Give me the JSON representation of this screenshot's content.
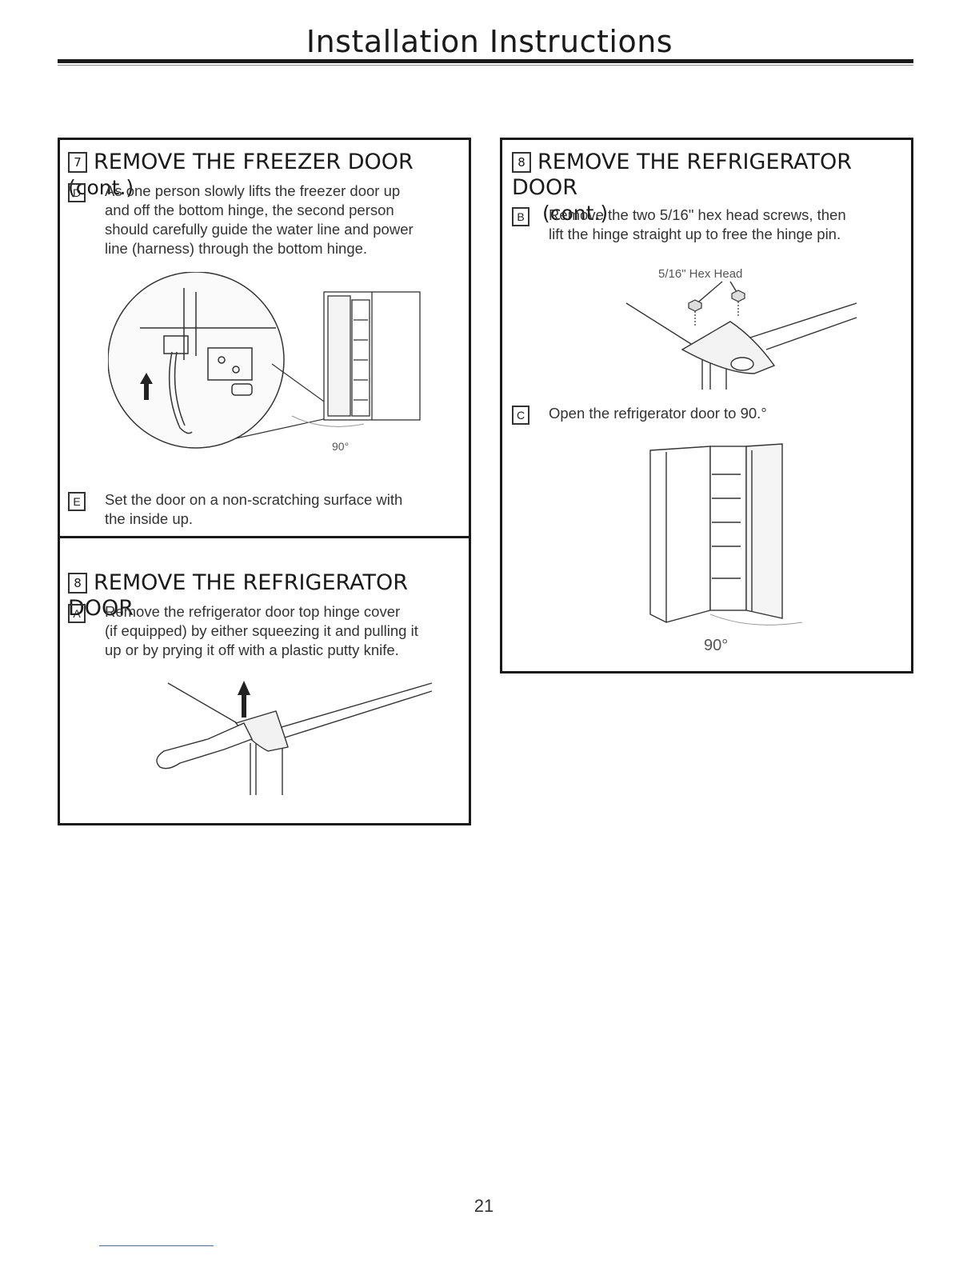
{
  "page": {
    "title": "Installation Instructions",
    "page_number": "21"
  },
  "panels": {
    "freezer_door": {
      "step_number": "7",
      "heading": "REMOVE THE FREEZER DOOR",
      "heading_suffix": "(cont.)",
      "steps": [
        {
          "letter": "D",
          "text": "As one person slowly lifts the freezer door up\nand off the bottom hinge, the second person\nshould carefully guide the water line and power\nline (harness) through the bottom hinge."
        },
        {
          "letter": "E",
          "text": "Set the door on a non-scratching surface with\nthe inside up."
        }
      ],
      "figure_label": "90°"
    },
    "fridge_door": {
      "step_number": "8",
      "heading": "REMOVE THE REFRIGERATOR DOOR",
      "steps": [
        {
          "letter": "A",
          "text": "Remove the refrigerator door top hinge cover\n(if equipped) by either squeezing it and pulling it\nup or by prying it off with a plastic putty knife."
        }
      ]
    },
    "fridge_door_cont": {
      "step_number": "8",
      "heading": "REMOVE THE REFRIGERATOR DOOR",
      "heading_suffix": "(cont.)",
      "steps": [
        {
          "letter": "B",
          "text": "Remove the two 5/16\" hex head screws, then\nlift the hinge straight up to free the hinge pin."
        },
        {
          "letter": "C",
          "text": "Open the refrigerator door to 90.°"
        }
      ],
      "hex_label": "5/16\" Hex Head",
      "figure_label": "90°"
    }
  },
  "icons": {
    "arrow": "up-arrow-icon"
  }
}
